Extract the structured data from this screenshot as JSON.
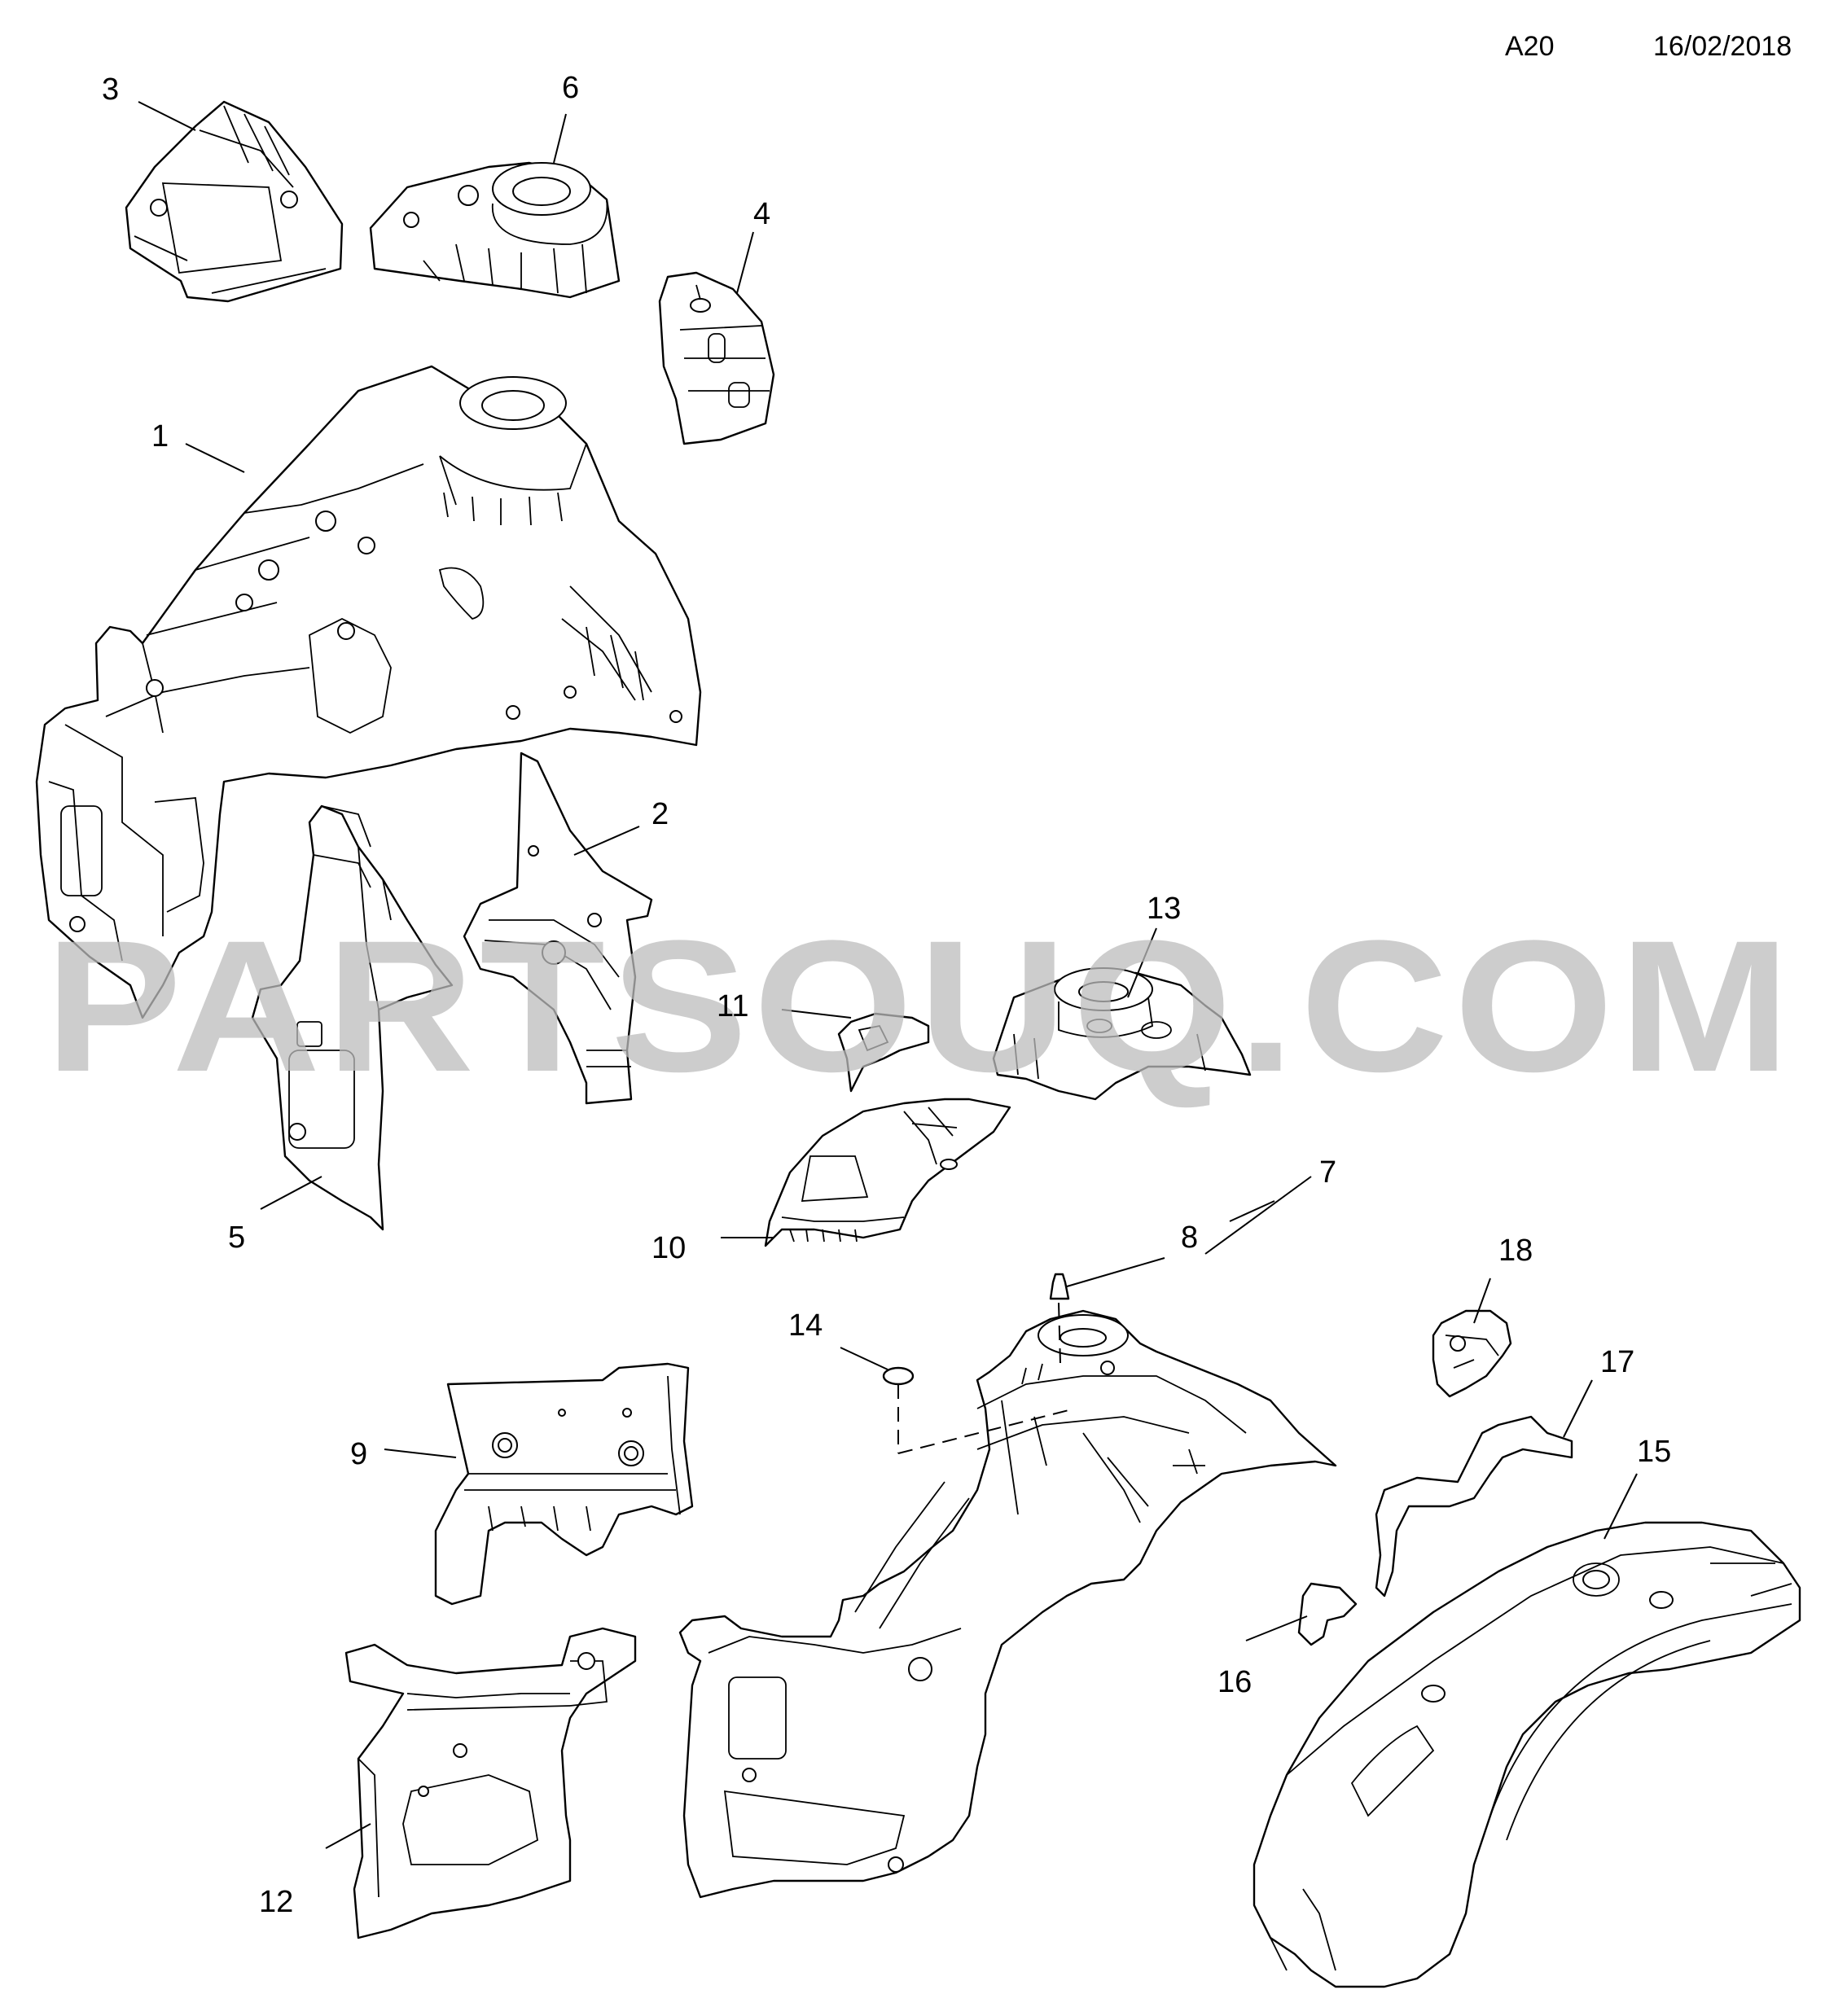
{
  "header": {
    "code": "A20",
    "date": "16/02/2018"
  },
  "watermark": "PARTSOUQ.COM",
  "colors": {
    "line": "#000000",
    "watermark": "#bdbdbd",
    "background": "#ffffff"
  },
  "callouts": {
    "c1": "1",
    "c2": "2",
    "c3": "3",
    "c4": "4",
    "c5": "5",
    "c6": "6",
    "c7": "7",
    "c8": "8",
    "c9": "9",
    "c10": "10",
    "c11": "11",
    "c12": "12",
    "c13": "13",
    "c14": "14",
    "c15": "15",
    "c16": "16",
    "c17": "17",
    "c18": "18"
  }
}
